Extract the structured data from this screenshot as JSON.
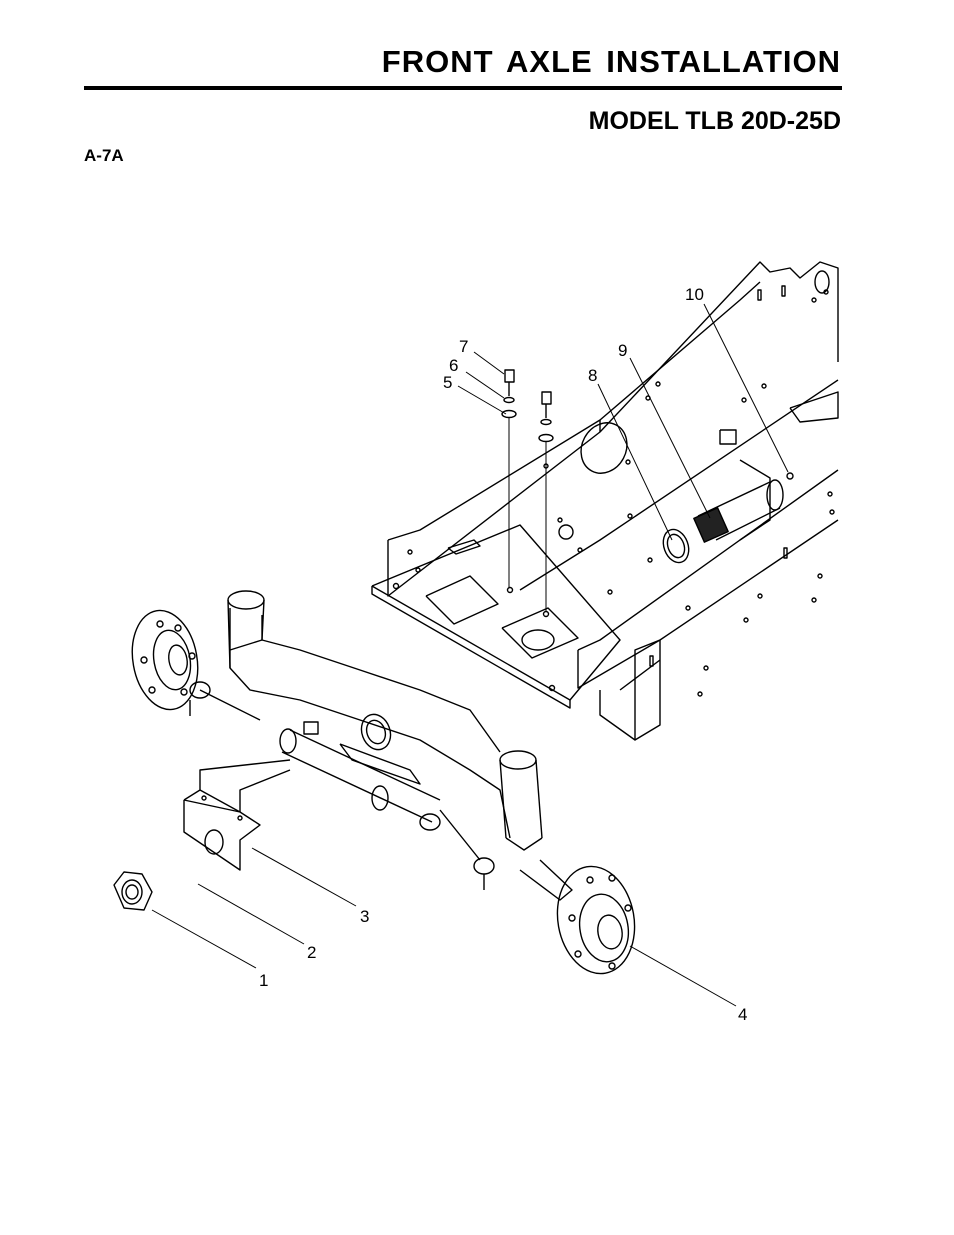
{
  "header": {
    "title": "FRONT AXLE INSTALLATION",
    "subtitle": "MODEL TLB 20D-25D",
    "figure_code": "A-7A"
  },
  "diagram": {
    "callouts": [
      {
        "id": "c1",
        "label": "1"
      },
      {
        "id": "c2",
        "label": "2"
      },
      {
        "id": "c3",
        "label": "3"
      },
      {
        "id": "c4",
        "label": "4"
      },
      {
        "id": "c5",
        "label": "5"
      },
      {
        "id": "c6",
        "label": "6"
      },
      {
        "id": "c7",
        "label": "7"
      },
      {
        "id": "c8",
        "label": "8"
      },
      {
        "id": "c9",
        "label": "9"
      },
      {
        "id": "c10",
        "label": "10"
      }
    ]
  }
}
